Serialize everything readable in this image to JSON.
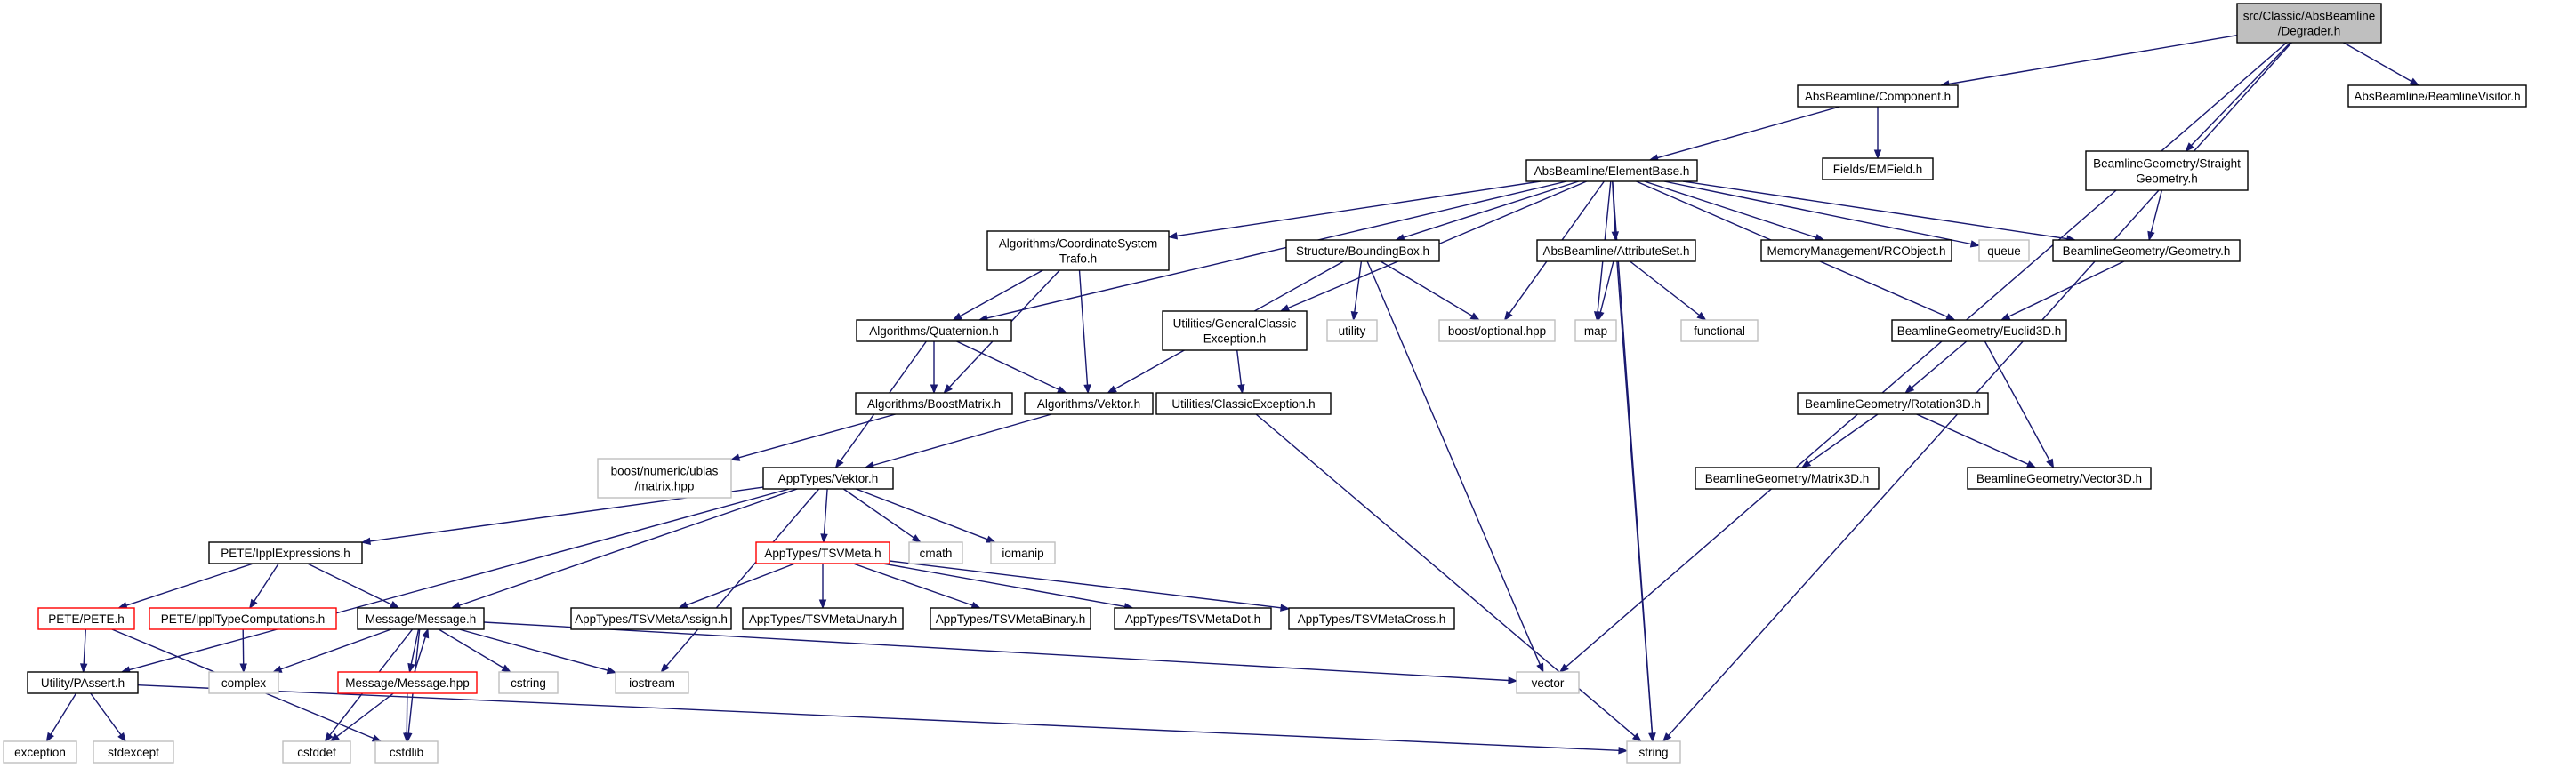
{
  "title": "",
  "colors": {
    "edge": "#191970",
    "root_fill": "#bfbfbf",
    "root_stroke": "#000000",
    "normal_fill": "#ffffff",
    "normal_stroke": "#000000",
    "truncated_stroke": "#ff0000",
    "external_stroke": "#bfbfbf",
    "text": "#000000"
  },
  "nodes": [
    {
      "id": "degrader",
      "lines": [
        "src/Classic/AbsBeamline",
        "/Degrader.h"
      ],
      "kind": "root"
    },
    {
      "id": "component",
      "lines": [
        "AbsBeamline/Component.h"
      ],
      "kind": "normal"
    },
    {
      "id": "beamlinevisitor",
      "lines": [
        "AbsBeamline/BeamlineVisitor.h"
      ],
      "kind": "normal"
    },
    {
      "id": "straightgeometry",
      "lines": [
        "BeamlineGeometry/Straight",
        "Geometry.h"
      ],
      "kind": "normal"
    },
    {
      "id": "elementbase",
      "lines": [
        "AbsBeamline/ElementBase.h"
      ],
      "kind": "normal"
    },
    {
      "id": "emfield",
      "lines": [
        "Fields/EMField.h"
      ],
      "kind": "normal"
    },
    {
      "id": "coordtrafo",
      "lines": [
        "Algorithms/CoordinateSystem",
        "Trafo.h"
      ],
      "kind": "normal"
    },
    {
      "id": "boundingbox",
      "lines": [
        "Structure/BoundingBox.h"
      ],
      "kind": "normal"
    },
    {
      "id": "attributeset",
      "lines": [
        "AbsBeamline/AttributeSet.h"
      ],
      "kind": "normal"
    },
    {
      "id": "rcobject",
      "lines": [
        "MemoryManagement/RCObject.h"
      ],
      "kind": "normal"
    },
    {
      "id": "queue",
      "lines": [
        "queue"
      ],
      "kind": "external"
    },
    {
      "id": "geometry",
      "lines": [
        "BeamlineGeometry/Geometry.h"
      ],
      "kind": "normal"
    },
    {
      "id": "quaternion",
      "lines": [
        "Algorithms/Quaternion.h"
      ],
      "kind": "normal"
    },
    {
      "id": "genclassicexc",
      "lines": [
        "Utilities/GeneralClassic",
        "Exception.h"
      ],
      "kind": "normal"
    },
    {
      "id": "utility",
      "lines": [
        "utility"
      ],
      "kind": "external"
    },
    {
      "id": "boostoptional",
      "lines": [
        "boost/optional.hpp"
      ],
      "kind": "external"
    },
    {
      "id": "map",
      "lines": [
        "map"
      ],
      "kind": "external"
    },
    {
      "id": "functional",
      "lines": [
        "functional"
      ],
      "kind": "external"
    },
    {
      "id": "euclid3d",
      "lines": [
        "BeamlineGeometry/Euclid3D.h"
      ],
      "kind": "normal"
    },
    {
      "id": "boostmatrix",
      "lines": [
        "Algorithms/BoostMatrix.h"
      ],
      "kind": "normal"
    },
    {
      "id": "algvektor",
      "lines": [
        "Algorithms/Vektor.h"
      ],
      "kind": "normal"
    },
    {
      "id": "classicexc",
      "lines": [
        "Utilities/ClassicException.h"
      ],
      "kind": "normal"
    },
    {
      "id": "rotation3d",
      "lines": [
        "BeamlineGeometry/Rotation3D.h"
      ],
      "kind": "normal"
    },
    {
      "id": "ublasmatrix",
      "lines": [
        "boost/numeric/ublas",
        "/matrix.hpp"
      ],
      "kind": "external"
    },
    {
      "id": "apptvektor",
      "lines": [
        "AppTypes/Vektor.h"
      ],
      "kind": "normal"
    },
    {
      "id": "matrix3d",
      "lines": [
        "BeamlineGeometry/Matrix3D.h"
      ],
      "kind": "normal"
    },
    {
      "id": "vector3d",
      "lines": [
        "BeamlineGeometry/Vector3D.h"
      ],
      "kind": "normal"
    },
    {
      "id": "ipplexpr",
      "lines": [
        "PETE/IpplExpressions.h"
      ],
      "kind": "normal"
    },
    {
      "id": "tsvmeta",
      "lines": [
        "AppTypes/TSVMeta.h"
      ],
      "kind": "truncated"
    },
    {
      "id": "cmath",
      "lines": [
        "cmath"
      ],
      "kind": "external"
    },
    {
      "id": "iomanip",
      "lines": [
        "iomanip"
      ],
      "kind": "external"
    },
    {
      "id": "pete",
      "lines": [
        "PETE/PETE.h"
      ],
      "kind": "truncated"
    },
    {
      "id": "ippltypecomp",
      "lines": [
        "PETE/IpplTypeComputations.h"
      ],
      "kind": "truncated"
    },
    {
      "id": "messageh",
      "lines": [
        "Message/Message.h"
      ],
      "kind": "normal"
    },
    {
      "id": "tsvassign",
      "lines": [
        "AppTypes/TSVMetaAssign.h"
      ],
      "kind": "normal"
    },
    {
      "id": "tsvunary",
      "lines": [
        "AppTypes/TSVMetaUnary.h"
      ],
      "kind": "normal"
    },
    {
      "id": "tsvbinary",
      "lines": [
        "AppTypes/TSVMetaBinary.h"
      ],
      "kind": "normal"
    },
    {
      "id": "tsvdot",
      "lines": [
        "AppTypes/TSVMetaDot.h"
      ],
      "kind": "normal"
    },
    {
      "id": "tsvcross",
      "lines": [
        "AppTypes/TSVMetaCross.h"
      ],
      "kind": "normal"
    },
    {
      "id": "complex",
      "lines": [
        "complex"
      ],
      "kind": "external"
    },
    {
      "id": "messagehpp",
      "lines": [
        "Message/Message.hpp"
      ],
      "kind": "truncated"
    },
    {
      "id": "cstring",
      "lines": [
        "cstring"
      ],
      "kind": "external"
    },
    {
      "id": "iostream",
      "lines": [
        "iostream"
      ],
      "kind": "external"
    },
    {
      "id": "vector",
      "lines": [
        "vector"
      ],
      "kind": "external"
    },
    {
      "id": "passert",
      "lines": [
        "Utility/PAssert.h"
      ],
      "kind": "normal"
    },
    {
      "id": "exception",
      "lines": [
        "exception"
      ],
      "kind": "external"
    },
    {
      "id": "stdexcept",
      "lines": [
        "stdexcept"
      ],
      "kind": "external"
    },
    {
      "id": "cstddef",
      "lines": [
        "cstddef"
      ],
      "kind": "external"
    },
    {
      "id": "cstdlib",
      "lines": [
        "cstdlib"
      ],
      "kind": "external"
    },
    {
      "id": "string",
      "lines": [
        "string"
      ],
      "kind": "external"
    }
  ],
  "edges": [
    [
      "degrader",
      "component"
    ],
    [
      "degrader",
      "beamlinevisitor"
    ],
    [
      "degrader",
      "straightgeometry"
    ],
    [
      "degrader",
      "vector"
    ],
    [
      "degrader",
      "string"
    ],
    [
      "component",
      "elementbase"
    ],
    [
      "component",
      "emfield"
    ],
    [
      "straightgeometry",
      "geometry"
    ],
    [
      "elementbase",
      "coordtrafo"
    ],
    [
      "elementbase",
      "quaternion"
    ],
    [
      "elementbase",
      "boundingbox"
    ],
    [
      "elementbase",
      "genclassicexc"
    ],
    [
      "elementbase",
      "boostoptional"
    ],
    [
      "elementbase",
      "map"
    ],
    [
      "elementbase",
      "attributeset"
    ],
    [
      "elementbase",
      "rcobject"
    ],
    [
      "elementbase",
      "queue"
    ],
    [
      "elementbase",
      "geometry"
    ],
    [
      "elementbase",
      "euclid3d"
    ],
    [
      "elementbase",
      "string"
    ],
    [
      "coordtrafo",
      "quaternion"
    ],
    [
      "coordtrafo",
      "boostmatrix"
    ],
    [
      "coordtrafo",
      "algvektor"
    ],
    [
      "boundingbox",
      "algvektor"
    ],
    [
      "boundingbox",
      "utility"
    ],
    [
      "boundingbox",
      "boostoptional"
    ],
    [
      "boundingbox",
      "vector"
    ],
    [
      "attributeset",
      "map"
    ],
    [
      "attributeset",
      "functional"
    ],
    [
      "attributeset",
      "string"
    ],
    [
      "geometry",
      "euclid3d"
    ],
    [
      "quaternion",
      "boostmatrix"
    ],
    [
      "quaternion",
      "algvektor"
    ],
    [
      "quaternion",
      "apptvektor"
    ],
    [
      "genclassicexc",
      "classicexc"
    ],
    [
      "euclid3d",
      "rotation3d"
    ],
    [
      "euclid3d",
      "vector3d"
    ],
    [
      "boostmatrix",
      "ublasmatrix"
    ],
    [
      "algvektor",
      "apptvektor"
    ],
    [
      "classicexc",
      "string"
    ],
    [
      "rotation3d",
      "matrix3d"
    ],
    [
      "rotation3d",
      "vector3d"
    ],
    [
      "apptvektor",
      "ipplexpr"
    ],
    [
      "apptvektor",
      "tsvmeta"
    ],
    [
      "apptvektor",
      "cmath"
    ],
    [
      "apptvektor",
      "iomanip"
    ],
    [
      "apptvektor",
      "messageh"
    ],
    [
      "apptvektor",
      "passert"
    ],
    [
      "apptvektor",
      "iostream"
    ],
    [
      "ipplexpr",
      "pete"
    ],
    [
      "ipplexpr",
      "ippltypecomp"
    ],
    [
      "ipplexpr",
      "messageh"
    ],
    [
      "tsvmeta",
      "tsvassign"
    ],
    [
      "tsvmeta",
      "tsvunary"
    ],
    [
      "tsvmeta",
      "tsvbinary"
    ],
    [
      "tsvmeta",
      "tsvdot"
    ],
    [
      "tsvmeta",
      "tsvcross"
    ],
    [
      "pete",
      "passert"
    ],
    [
      "pete",
      "cstdlib"
    ],
    [
      "ippltypecomp",
      "complex"
    ],
    [
      "messageh",
      "complex"
    ],
    [
      "messageh",
      "messagehpp"
    ],
    [
      "messageh",
      "cstring"
    ],
    [
      "messageh",
      "iostream"
    ],
    [
      "messageh",
      "vector"
    ],
    [
      "messageh",
      "cstddef"
    ],
    [
      "messageh",
      "cstdlib"
    ],
    [
      "messagehpp",
      "messageh"
    ],
    [
      "messagehpp",
      "cstddef"
    ],
    [
      "messagehpp",
      "cstdlib"
    ],
    [
      "passert",
      "exception"
    ],
    [
      "passert",
      "stdexcept"
    ],
    [
      "passert",
      "string"
    ]
  ]
}
